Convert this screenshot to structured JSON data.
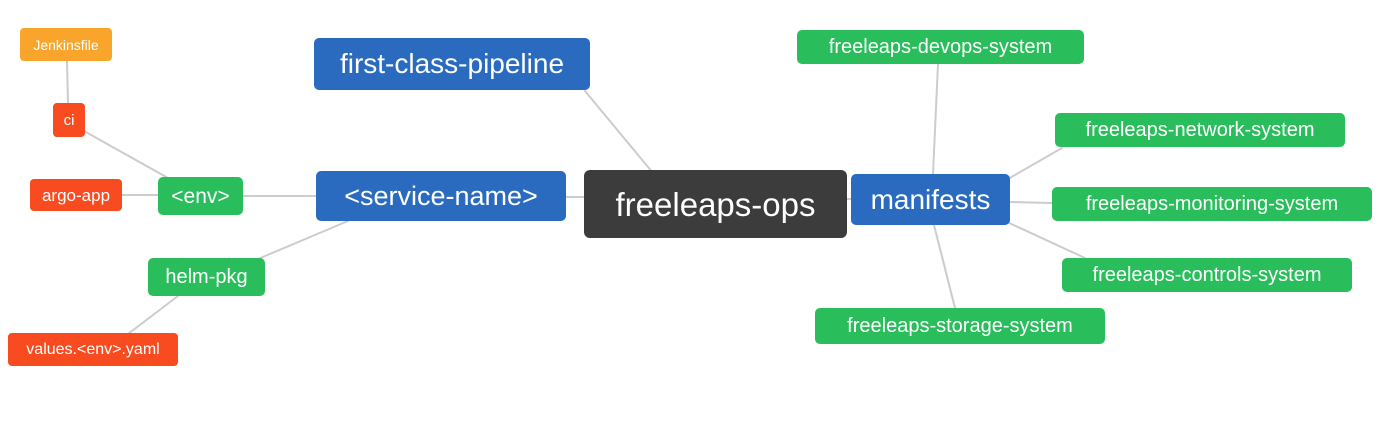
{
  "diagram": {
    "background": "#ffffff",
    "edge_color": "#cccccc",
    "colors": {
      "blue": "#2A6BBF",
      "green": "#2ABD5C",
      "orange": "#F9A52B",
      "red": "#F94B20",
      "dark": "#3C3C3C",
      "text": "#FFFFFF"
    },
    "nodes": {
      "jenkinsfile": {
        "label": "Jenkinsfile",
        "color": "orange"
      },
      "ci": {
        "label": "ci",
        "color": "red"
      },
      "argo_app": {
        "label": "argo-app",
        "color": "red"
      },
      "env": {
        "label": "<env>",
        "color": "green"
      },
      "helm_pkg": {
        "label": "helm-pkg",
        "color": "green"
      },
      "values_env_yaml": {
        "label": "values.<env>.yaml",
        "color": "red"
      },
      "first_class_pipeline": {
        "label": "first-class-pipeline",
        "color": "blue"
      },
      "service_name": {
        "label": "<service-name>",
        "color": "blue"
      },
      "freeleaps_ops": {
        "label": "freeleaps-ops",
        "color": "dark"
      },
      "manifests": {
        "label": "manifests",
        "color": "blue"
      },
      "devops_system": {
        "label": "freeleaps-devops-system",
        "color": "green"
      },
      "network_system": {
        "label": "freeleaps-network-system",
        "color": "green"
      },
      "monitoring_system": {
        "label": "freeleaps-monitoring-system",
        "color": "green"
      },
      "controls_system": {
        "label": "freeleaps-controls-system",
        "color": "green"
      },
      "storage_system": {
        "label": "freeleaps-storage-system",
        "color": "green"
      }
    },
    "edges": [
      {
        "from": "jenkinsfile",
        "to": "ci"
      },
      {
        "from": "ci",
        "to": "env"
      },
      {
        "from": "argo_app",
        "to": "env"
      },
      {
        "from": "env",
        "to": "service_name"
      },
      {
        "from": "helm_pkg",
        "to": "service_name"
      },
      {
        "from": "values_env_yaml",
        "to": "helm_pkg"
      },
      {
        "from": "first_class_pipeline",
        "to": "freeleaps_ops"
      },
      {
        "from": "service_name",
        "to": "freeleaps_ops"
      },
      {
        "from": "freeleaps_ops",
        "to": "manifests"
      },
      {
        "from": "manifests",
        "to": "devops_system"
      },
      {
        "from": "manifests",
        "to": "network_system"
      },
      {
        "from": "manifests",
        "to": "monitoring_system"
      },
      {
        "from": "manifests",
        "to": "controls_system"
      },
      {
        "from": "manifests",
        "to": "storage_system"
      }
    ]
  }
}
